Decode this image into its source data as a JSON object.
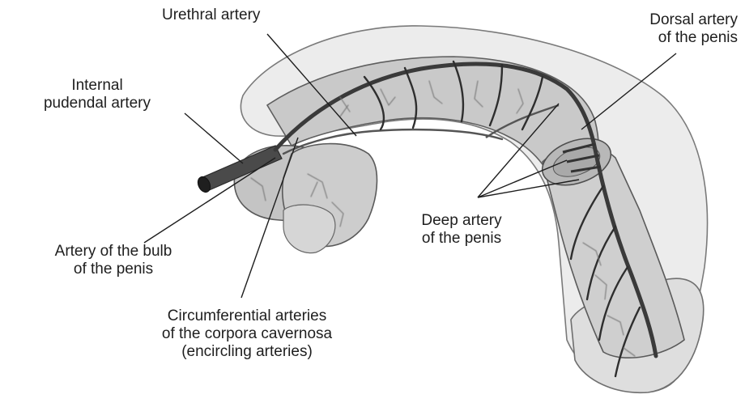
{
  "labels": {
    "urethral_artery": [
      "Urethral artery"
    ],
    "internal_pudendal_artery": [
      "Internal",
      "pudendal artery"
    ],
    "dorsal_artery": [
      "Dorsal artery",
      "of the penis"
    ],
    "deep_artery": [
      "Deep artery",
      "of the penis"
    ],
    "artery_of_bulb": [
      "Artery of the bulb",
      "of the penis"
    ],
    "circumferential_arteries": [
      "Circumferential arteries",
      "of the corpora cavernosa",
      "(encircling arteries)"
    ]
  }
}
